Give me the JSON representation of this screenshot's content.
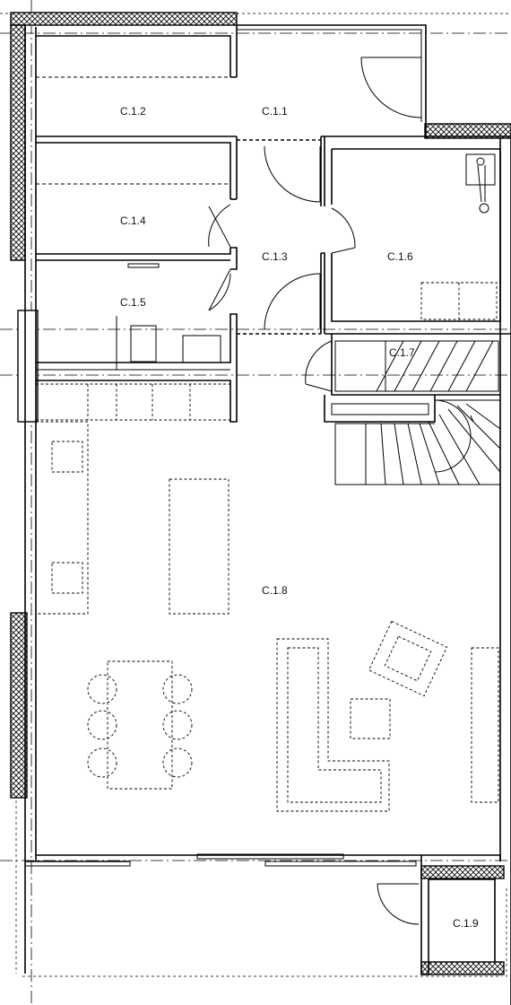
{
  "plan": {
    "rooms": [
      {
        "id": "c11",
        "label": "C.1.1"
      },
      {
        "id": "c12",
        "label": "C.1.2"
      },
      {
        "id": "c13",
        "label": "C.1.3"
      },
      {
        "id": "c14",
        "label": "C.1.4"
      },
      {
        "id": "c15",
        "label": "C.1.5"
      },
      {
        "id": "c16",
        "label": "C.1.6"
      },
      {
        "id": "c17",
        "label": "C.1.7"
      },
      {
        "id": "c18",
        "label": "C.1.8"
      },
      {
        "id": "c19",
        "label": "C.1.9"
      }
    ],
    "colors": {
      "line": "#000000",
      "background": "#ffffff"
    }
  }
}
